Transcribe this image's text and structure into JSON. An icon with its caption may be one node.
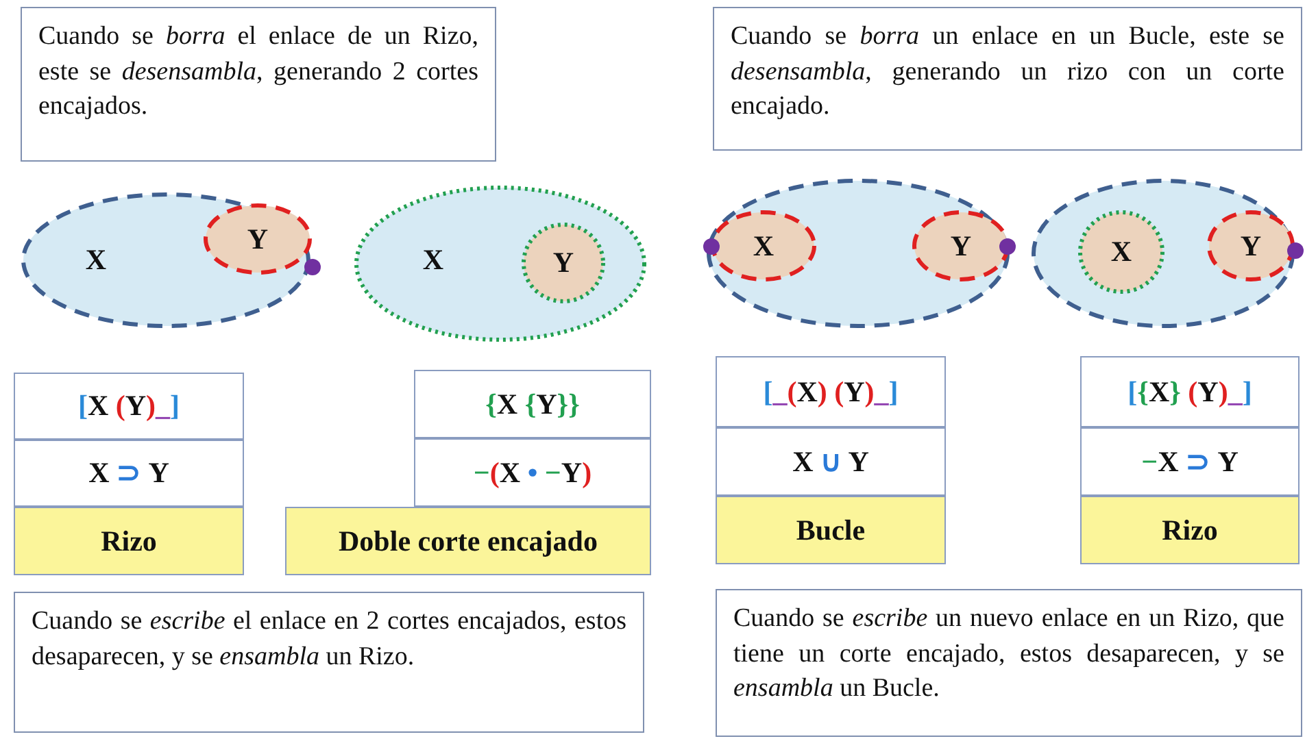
{
  "diagram": {
    "nodes": [
      {
        "text": [
          "Cuando se *borra* el enlace de un Rizo, este se *desensambla*, generando 2 cortes encajados."
        ]
      },
      {
        "text": [
          "Cuando se *borra* un enlace en un Bucle, este se *desensambla*, generando un rizo con un corte encajado."
        ]
      },
      {
        "text": [
          "X"
        ]
      },
      {
        "text": [
          "Y"
        ],
        "in": 2
      },
      {
        "text": [
          "X"
        ]
      },
      {
        "text": [
          "Y"
        ],
        "in": 4
      },
      {
        "text": [],
        "shape": "ellipse"
      },
      {
        "text": [
          "X"
        ],
        "in": 6
      },
      {
        "text": [
          "Y"
        ],
        "in": 6
      },
      {
        "text": [],
        "shape": "ellipse"
      },
      {
        "text": [
          "X"
        ],
        "in": 9
      },
      {
        "text": [
          "Y"
        ],
        "in": 9
      },
      {
        "text": [
          "[X (Y)_]",
          "X ⊃ Y",
          "Rizo"
        ]
      },
      {
        "text": [
          "{X {Y}}",
          "−(X • −Y)",
          "Doble corte encajado"
        ]
      },
      {
        "text": [
          "[_(X) (Y)_]",
          "X ∪ Y",
          "Bucle"
        ]
      },
      {
        "text": [
          "[{X} (Y)_]",
          "−X ⊃ Y",
          "Rizo"
        ]
      },
      {
        "text": [
          "Cuando se *escribe* el enlace en 2 cortes encajados, estos desaparecen, y se *ensambla* un Rizo."
        ]
      },
      {
        "text": [
          "Cuando se *escribe* un nuevo enlace en un Rizo, que tiene un corte encajado, estos desaparecen, y se *ensambla* un Bucle."
        ]
      }
    ],
    "edges": []
  }
}
